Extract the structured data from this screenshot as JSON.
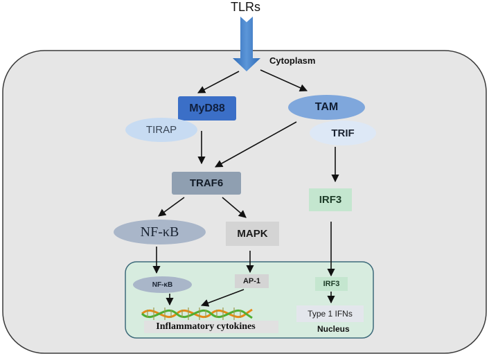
{
  "labels": {
    "tlrs": "TLRs",
    "cytoplasm": "Cytoplasm",
    "nucleus": "Nucleus"
  },
  "nodes": {
    "myd88": "MyD88",
    "tirap": "TIRAP",
    "tam": "TAM",
    "trif": "TRIF",
    "traf6": "TRAF6",
    "irf3": "IRF3",
    "nfkb": "NF-κB",
    "mapk": "MAPK",
    "nfkb_nuclear": "NF-κB",
    "ap1": "AP-1",
    "irf3_nuclear": "IRF3",
    "type1_ifns": "Type 1 IFNs",
    "inflammatory_cytokines": "Inflammatory cytokines"
  },
  "colors": {
    "cell_fill": "#e6e6e6",
    "nucleus_fill": "#d7ecdf",
    "myd88": "#3b6fc7",
    "tam": "#7fa7dc",
    "tirap": "#c7dbf2",
    "trif": "#dde8f6",
    "traf6": "#8f9fb1",
    "nfkb": "#a9b6c9",
    "mapk": "#d4d4d4",
    "irf3": "#c4e6cf",
    "tlr_arrow": "#3f7cc4"
  }
}
